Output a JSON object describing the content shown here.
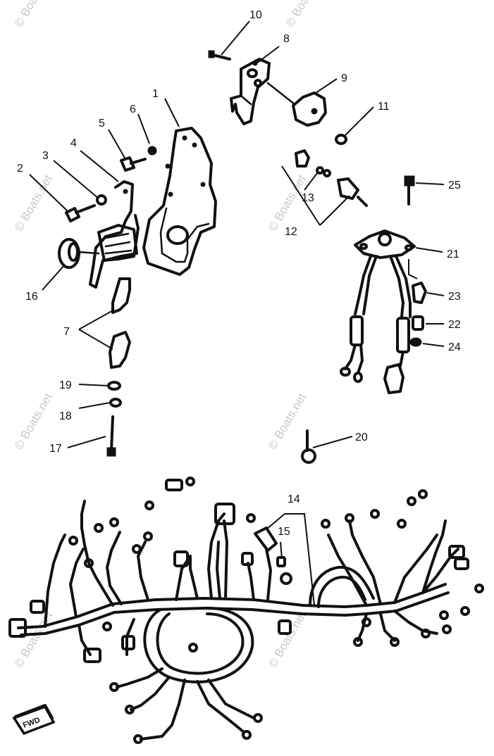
{
  "watermark": "© Boats.net",
  "forward_label": "FWD",
  "callouts": {
    "n1": "1",
    "n2": "2",
    "n3": "3",
    "n4": "4",
    "n5": "5",
    "n6": "6",
    "n7": "7",
    "n8": "8",
    "n9": "9",
    "n10": "10",
    "n11": "11",
    "n12": "12",
    "n13": "13",
    "n14": "14",
    "n15": "15",
    "n16": "16",
    "n17": "17",
    "n18": "18",
    "n19": "19",
    "n20": "20",
    "n21": "21",
    "n22": "22",
    "n23": "23",
    "n24": "24",
    "n25": "25"
  },
  "colors": {
    "ink": "#111111",
    "background": "#ffffff",
    "watermark": "#c8c8c8"
  }
}
